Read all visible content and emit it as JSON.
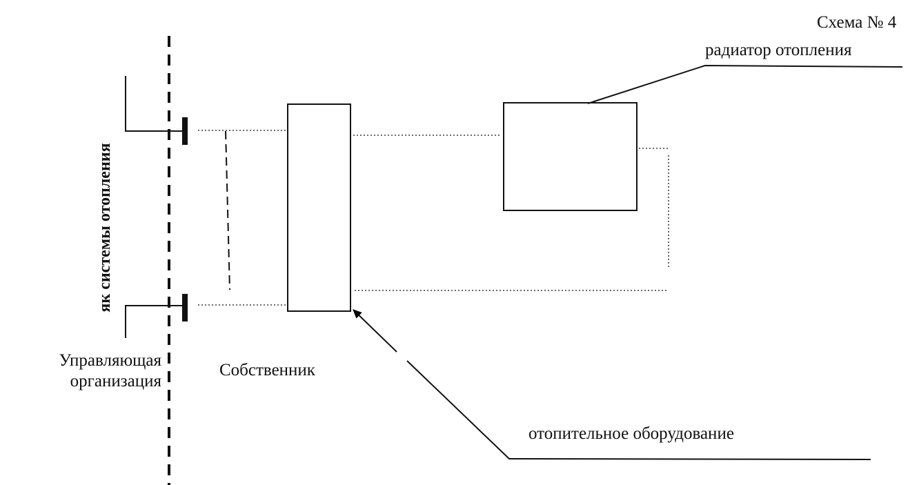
{
  "scheme_number": "Схема № 4",
  "labels": {
    "radiator": "радиатор отопления",
    "equipment": "отопительное оборудование",
    "owner": "Собственник",
    "management_org": [
      "Управляющая",
      "организация"
    ],
    "vertical": "як системы отопления"
  }
}
